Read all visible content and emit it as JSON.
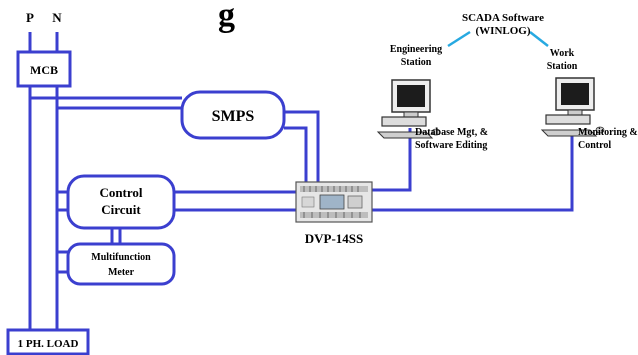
{
  "colors": {
    "wire": "#3b3fcf",
    "box_stroke": "#3b3fcf",
    "scada_line": "#27a9e1",
    "text": "#000000"
  },
  "header_partial": "g",
  "phase_p": "P",
  "phase_n": "N",
  "mcb": "MCB",
  "smps": "SMPS",
  "control_circuit": {
    "line1": "Control",
    "line2": "Circuit"
  },
  "multifunction_meter": {
    "line1": "Multifunction",
    "line2": "Meter"
  },
  "load": "1 PH. LOAD",
  "plc": {
    "label": "DVP-14SS",
    "icon": "plc-module-icon"
  },
  "scada": {
    "line1": "SCADA Software",
    "line2": "(WINLOG)"
  },
  "engineering_station": {
    "line1": "Engineering",
    "line2": "Station",
    "icon": "desktop-computer-icon",
    "caption1": "Database Mgt, &",
    "caption2": "Software Editing"
  },
  "work_station": {
    "line1": "Work",
    "line2": "Station",
    "icon": "desktop-computer-icon",
    "caption1": "Monitoring &",
    "caption2": "Control"
  }
}
